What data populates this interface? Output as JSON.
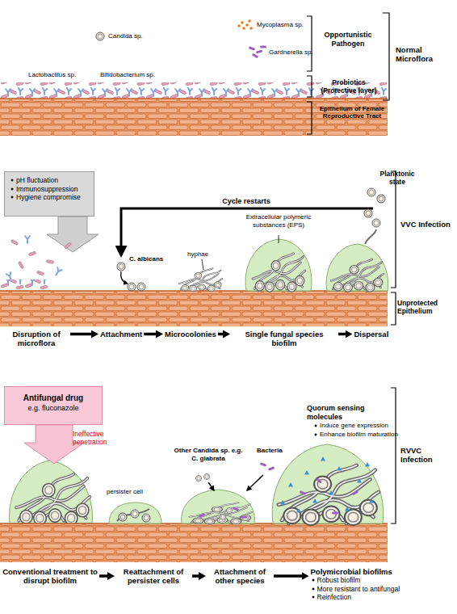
{
  "diagram": {
    "nodes": [
      {
        "text": [
          "pH fluctuation",
          "Immunosuppression",
          "Hygiene compromise"
        ]
      },
      {
        "text": [
          "Disruption of microflora"
        ]
      },
      {
        "text": [
          "Attachment"
        ]
      },
      {
        "text": [
          "Microcolonies"
        ]
      },
      {
        "text": [
          "Single fungal species biofilm"
        ]
      },
      {
        "text": [
          "Dispersal"
        ]
      },
      {
        "text": [
          "Antifungal drug",
          "e.g. fluconazole"
        ]
      },
      {
        "text": [
          "Conventional treatment to disrupt biofilm"
        ]
      },
      {
        "text": [
          "Reattachment of persister cells"
        ]
      },
      {
        "text": [
          "Attachment of other species"
        ]
      },
      {
        "text": [
          "Polymicrobial biofilms",
          "Robust biofilm",
          "More resistant to antifungal",
          "Reinfection"
        ]
      }
    ],
    "edges": [
      {
        "from": 1,
        "to": 2,
        "arrow": "to"
      },
      {
        "from": 2,
        "to": 3,
        "arrow": "to"
      },
      {
        "from": 3,
        "to": 4,
        "arrow": "to"
      },
      {
        "from": 4,
        "to": 5,
        "arrow": "to"
      },
      {
        "from": 7,
        "to": 8,
        "arrow": "to"
      },
      {
        "from": 8,
        "to": 9,
        "arrow": "to"
      },
      {
        "from": 9,
        "to": 10,
        "arrow": "to"
      }
    ],
    "labels": [
      "Candida sp.",
      "Mycoplasma sp.",
      "Gardnerella sp.",
      "Lactobacillus sp.",
      "Bifidobacterium sp.",
      "Opportunistic Pathogen",
      "Normal Microflora",
      "Probiotics (Protective layer)",
      "Epithelium of Female Reproductive Tract",
      "Cycle restarts",
      "Planktonic state",
      "C. albicans",
      "hyphae",
      "Extracellular polymeric substances (EPS)",
      "VVC Infection",
      "Unprotected Epithelium",
      "Ineffective penetration",
      "persister cell",
      "Other Candida sp. e.g. C. glabrata",
      "Bacteria",
      "Quorum sensing molecules",
      "Induce gene expression",
      "Enhance biofilm maturation",
      "RVVC Infection"
    ]
  }
}
